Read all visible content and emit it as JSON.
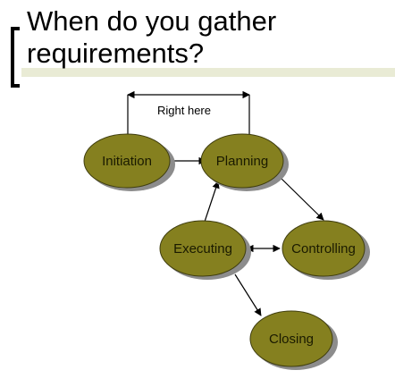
{
  "slide": {
    "title": "When do you gather requirements?"
  },
  "diagram": {
    "connector_label": "Right here",
    "nodes": {
      "initiation": "Initiation",
      "planning": "Planning",
      "executing": "Executing",
      "controlling": "Controlling",
      "closing": "Closing"
    },
    "colors": {
      "node_fill": "#85801f",
      "node_shadow": "#8c8c8c",
      "node_stroke": "#3f3d0f",
      "arrow": "#000000",
      "title_band": "#e9ebd5"
    }
  }
}
